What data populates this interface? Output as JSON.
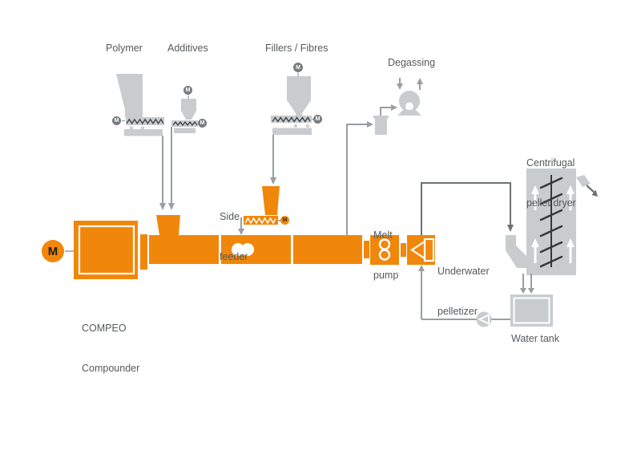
{
  "colors": {
    "accent_orange": "#F0870B",
    "equipment_gray": "#C8CCCE",
    "line_gray": "#999EA1",
    "dark_line": "#6B7175",
    "glyph_dark": "#35393C",
    "badge_gray": "#777C7F",
    "label_text": "#55595C",
    "background": "#FFFFFF"
  },
  "labels": {
    "polymer": "Polymer",
    "additives": "Additives",
    "fillers_fibres": "Fillers / Fibres",
    "degassing": "Degassing",
    "side_feeder_1": "Side",
    "side_feeder_2": "feeder",
    "melt_pump_1": "Melt",
    "melt_pump_2": "pump",
    "underwater_pelletizer_1": "Underwater",
    "underwater_pelletizer_2": "pelletizer",
    "centrifugal_dryer_1": "Centrifugal",
    "centrifugal_dryer_2": "pellet dryer",
    "compounder_1": "COMPEO",
    "compounder_2": "Compounder",
    "water_tank": "Water tank",
    "motor_badge": "M"
  }
}
